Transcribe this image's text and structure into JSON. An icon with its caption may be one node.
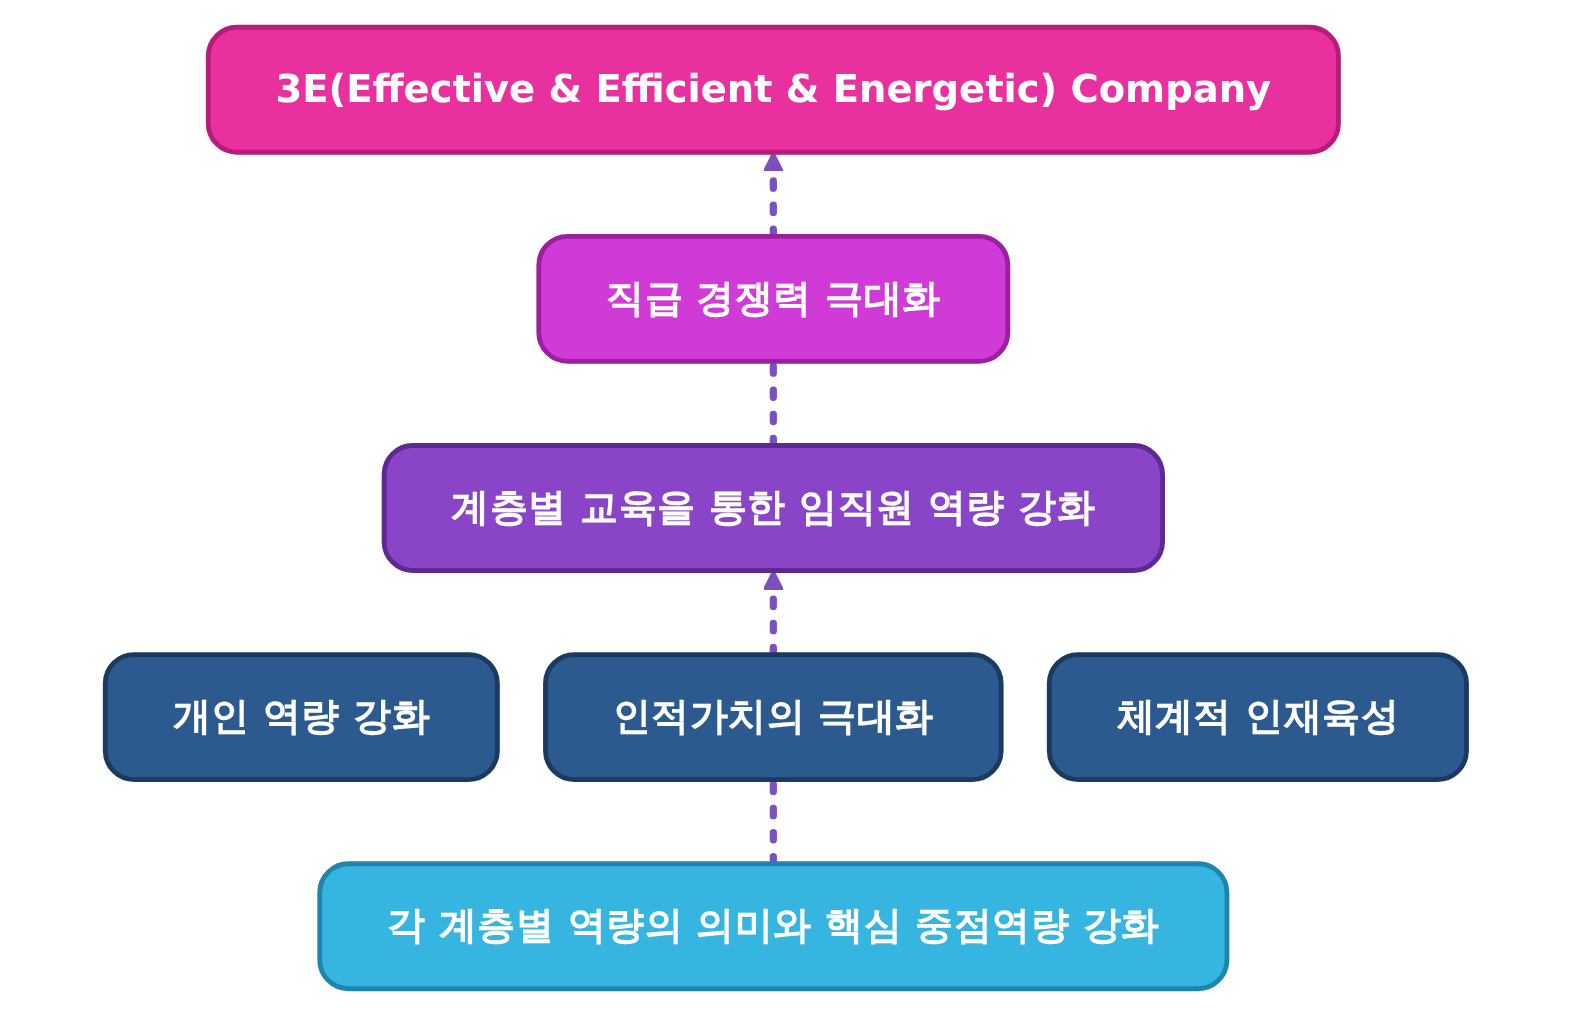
{
  "diagram": {
    "nodes": [
      {
        "text": [
          "3E(Effective & Efficient & Energetic) Company"
        ]
      },
      {
        "text": [
          "직급 경쟁력 극대화"
        ]
      },
      {
        "text": [
          "계층별 교육을 통한 임직원 역량 강화"
        ]
      },
      {
        "text": [
          "개인 역량 강화"
        ]
      },
      {
        "text": [
          "인적가치의 극대화"
        ]
      },
      {
        "text": [
          "체계적 인재육성"
        ]
      },
      {
        "text": [
          "각 계층별 역량의 의미와 핵심 중점역량 강화"
        ]
      }
    ],
    "edges": [
      {
        "from": 1,
        "to": 0,
        "arrow": "to",
        "style": "dashed"
      },
      {
        "from": 2,
        "to": 1,
        "arrow": "none",
        "style": "dashed"
      },
      {
        "from": 4,
        "to": 2,
        "arrow": "to",
        "style": "dashed"
      },
      {
        "from": 6,
        "to": 4,
        "arrow": "none",
        "style": "dashed"
      }
    ]
  }
}
